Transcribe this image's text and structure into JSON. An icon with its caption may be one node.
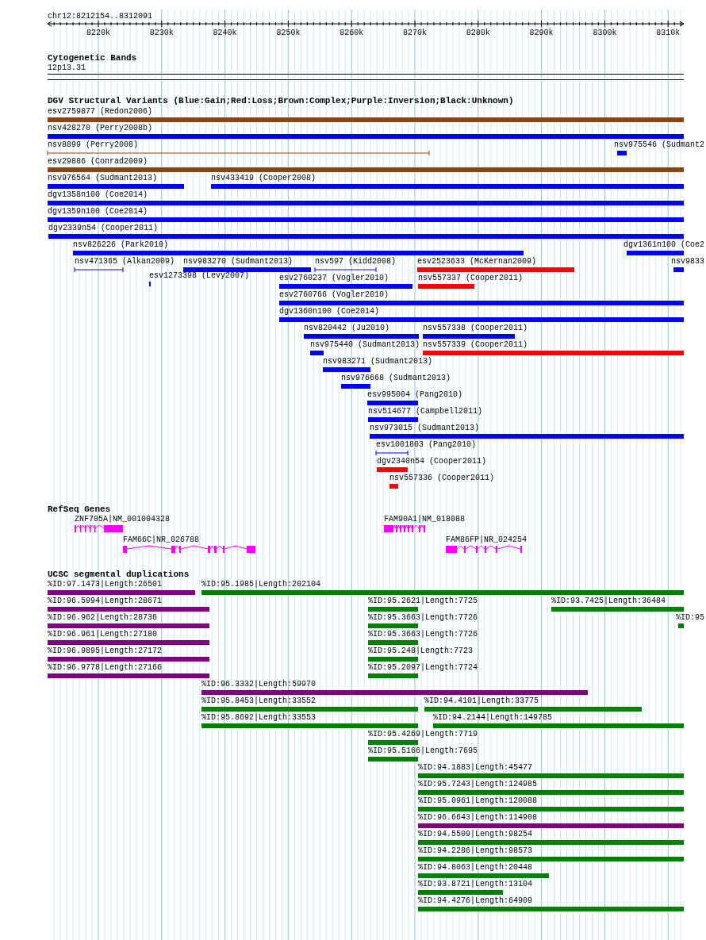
{
  "diagram": {
    "nodes": [
      {
        "text": [],
        "shape": "bar",
        "beside": [
          "esv2759877 (Redon2006)"
        ]
      },
      {
        "text": [],
        "shape": "bar",
        "beside": [
          "nsv428270 (Perry2008b)"
        ]
      },
      {
        "text": [],
        "shape": "bar",
        "beside": [
          "nsv8899 (Perry2008)"
        ]
      },
      {
        "text": [],
        "shape": "bar",
        "beside": [
          "nsv975546 (Sudmant2"
        ]
      },
      {
        "text": [],
        "shape": "bar",
        "beside": [
          "esv29886 (Conrad2009)"
        ]
      },
      {
        "text": [],
        "shape": "bar",
        "beside": [
          "nsv976564 (Sudmant2013)"
        ]
      },
      {
        "text": [],
        "shape": "bar",
        "beside": [
          "nsv433419 (Cooper2008)"
        ]
      },
      {
        "text": [],
        "shape": "bar",
        "beside": [
          "dgv1358n100 (Coe2014)"
        ]
      },
      {
        "text": [],
        "shape": "bar",
        "beside": [
          "dgv1359n100 (Coe2014)"
        ]
      },
      {
        "text": [],
        "shape": "bar",
        "beside": [
          "dgv2339n54 (Cooper2011)"
        ]
      },
      {
        "text": [],
        "shape": "bar",
        "beside": [
          "nsv826226 (Park2010)"
        ]
      },
      {
        "text": [],
        "shape": "bar",
        "beside": [
          "dgv1361n100 (Coe2"
        ]
      },
      {
        "text": [],
        "shape": "bar",
        "beside": [
          "nsv471365 (Alkan2009)"
        ]
      },
      {
        "text": [],
        "shape": "bar",
        "beside": [
          "nsv983270 (Sudmant2013)"
        ]
      },
      {
        "text": [],
        "shape": "bar",
        "beside": [
          "nsv597 (Kidd2008)"
        ]
      },
      {
        "text": [],
        "shape": "bar",
        "beside": [
          "esv2523633 (McKernan2009)"
        ]
      },
      {
        "text": [],
        "shape": "bar",
        "beside": [
          "nsv9833"
        ]
      },
      {
        "text": [],
        "shape": "bar",
        "beside": [
          "esv1273398 (Levy2007)"
        ]
      },
      {
        "text": [],
        "shape": "bar",
        "beside": [
          "esv2760237 (Vogler2010)"
        ]
      },
      {
        "text": [],
        "shape": "bar",
        "beside": [
          "nsv557337 (Cooper2011)"
        ]
      },
      {
        "text": [],
        "shape": "bar",
        "beside": [
          "esv2760766 (Vogler2010)"
        ]
      },
      {
        "text": [],
        "shape": "bar",
        "beside": [
          "dgv1360n100 (Coe2014)"
        ]
      },
      {
        "text": [],
        "shape": "bar",
        "beside": [
          "nsv820442 (Ju2010)"
        ]
      },
      {
        "text": [],
        "shape": "bar",
        "beside": [
          "nsv557338 (Cooper2011)"
        ]
      },
      {
        "text": [],
        "shape": "bar",
        "beside": [
          "nsv975440 (Sudmant2013)"
        ]
      },
      {
        "text": [],
        "shape": "bar",
        "beside": [
          "nsv557339 (Cooper2011)"
        ]
      },
      {
        "text": [],
        "shape": "bar",
        "beside": [
          "nsv983271 (Sudmant2013)"
        ]
      },
      {
        "text": [],
        "shape": "bar",
        "beside": [
          "nsv976668 (Sudmant2013)"
        ]
      },
      {
        "text": [],
        "shape": "bar",
        "beside": [
          "esv995004 (Pang2010)"
        ]
      },
      {
        "text": [],
        "shape": "bar",
        "beside": [
          "nsv514677 (Campbell2011)"
        ]
      },
      {
        "text": [],
        "shape": "bar",
        "beside": [
          "nsv973015 (Sudmant2013)"
        ]
      },
      {
        "text": [],
        "shape": "bar",
        "beside": [
          "esv1001803 (Pang2010)"
        ]
      },
      {
        "text": [],
        "shape": "bar",
        "beside": [
          "dgv2340n54 (Cooper2011)"
        ]
      },
      {
        "text": [],
        "shape": "bar",
        "beside": [
          "nsv557336 (Cooper2011)"
        ]
      },
      {
        "text": [],
        "shape": "bar",
        "beside": [
          "ZNF705A|NM_001004328"
        ]
      },
      {
        "text": [],
        "shape": "bar",
        "beside": [
          "FAM66C|NR_026788"
        ]
      },
      {
        "text": [],
        "shape": "bar",
        "beside": [
          "FAM90A1|NM_018088"
        ]
      },
      {
        "text": [],
        "shape": "bar",
        "beside": [
          "FAM86FP|NR_024254"
        ]
      },
      {
        "text": [],
        "shape": "bar",
        "beside": [
          "%ID:97.1473|Length:26501"
        ]
      },
      {
        "text": [],
        "shape": "bar",
        "beside": [
          "%ID:95.1985|Length:202104"
        ]
      },
      {
        "text": [],
        "shape": "bar",
        "beside": [
          "%ID:96.5994|Length:28671"
        ]
      },
      {
        "text": [],
        "shape": "bar",
        "beside": [
          "%ID:95.2621|Length:7725"
        ]
      },
      {
        "text": [],
        "shape": "bar",
        "beside": [
          "%ID:93.7425|Length:36484"
        ]
      },
      {
        "text": [],
        "shape": "bar",
        "beside": [
          "%ID:96.962|Length:28736"
        ]
      },
      {
        "text": [],
        "shape": "bar",
        "beside": [
          "%ID:95.3663|Length:7726"
        ]
      },
      {
        "text": [],
        "shape": "bar",
        "beside": [
          "%ID:95"
        ]
      },
      {
        "text": [],
        "shape": "bar",
        "beside": [
          "%ID:96.961|Length:27180"
        ]
      },
      {
        "text": [],
        "shape": "bar",
        "beside": [
          "%ID:95.3663|Length:7726"
        ]
      },
      {
        "text": [],
        "shape": "bar",
        "beside": [
          "%ID:96.9895|Length:27172"
        ]
      },
      {
        "text": [],
        "shape": "bar",
        "beside": [
          "%ID:95.248|Length:7723"
        ]
      },
      {
        "text": [],
        "shape": "bar",
        "beside": [
          "%ID:96.9778|Length:27166"
        ]
      },
      {
        "text": [],
        "shape": "bar",
        "beside": [
          "%ID:95.2097|Length:7724"
        ]
      },
      {
        "text": [],
        "shape": "bar",
        "beside": [
          "%ID:96.3332|Length:59970"
        ]
      },
      {
        "text": [],
        "shape": "bar",
        "beside": [
          "%ID:95.8453|Length:33552"
        ]
      },
      {
        "text": [],
        "shape": "bar",
        "beside": [
          "%ID:94.4101|Length:33775"
        ]
      },
      {
        "text": [],
        "shape": "bar",
        "beside": [
          "%ID:95.8692|Length:33553"
        ]
      },
      {
        "text": [],
        "shape": "bar",
        "beside": [
          "%ID:94.2144|Length:149785"
        ]
      },
      {
        "text": [],
        "shape": "bar",
        "beside": [
          "%ID:95.4269|Length:7719"
        ]
      },
      {
        "text": [],
        "shape": "bar",
        "beside": [
          "%ID:95.5166|Length:7695"
        ]
      },
      {
        "text": [],
        "shape": "bar",
        "beside": [
          "%ID:94.1883|Length:45477"
        ]
      },
      {
        "text": [],
        "shape": "bar",
        "beside": [
          "%ID:95.7243|Length:124985"
        ]
      },
      {
        "text": [],
        "shape": "bar",
        "beside": [
          "%ID:95.0961|Length:120088"
        ]
      },
      {
        "text": [],
        "shape": "bar",
        "beside": [
          "%ID:96.6643|Length:114908"
        ]
      },
      {
        "text": [],
        "shape": "bar",
        "beside": [
          "%ID:94.5509|Length:98254"
        ]
      },
      {
        "text": [],
        "shape": "bar",
        "beside": [
          "%ID:94.2286|Length:98573"
        ]
      },
      {
        "text": [],
        "shape": "bar",
        "beside": [
          "%ID:94.8063|Length:20448"
        ]
      },
      {
        "text": [],
        "shape": "bar",
        "beside": [
          "%ID:93.8721|Length:13104"
        ]
      },
      {
        "text": [],
        "shape": "bar",
        "beside": [
          "%ID:94.4276|Length:64909"
        ]
      }
    ],
    "labels": [
      "chr12:8212154..8312091",
      "8220k",
      "8230k",
      "8240k",
      "8250k",
      "8260k",
      "8270k",
      "8280k",
      "8290k",
      "8300k",
      "8310k",
      "Cytogenetic Bands",
      "12p13.31",
      "DGV Structural Variants (Blue:Gain;Red:Loss;Brown:Complex;Purple:Inversion;Black:Unknown)",
      "RefSeq Genes",
      "UCSC segmental duplications"
    ]
  }
}
